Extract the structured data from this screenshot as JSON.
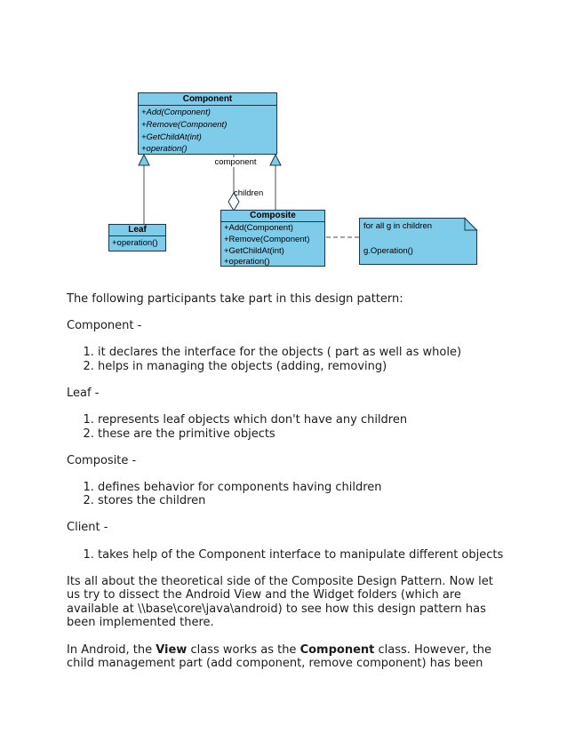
{
  "diagram": {
    "colors": {
      "fill": "#7ecbea",
      "border": "#16384f",
      "line": "#4d4d4d"
    },
    "classes": {
      "component": {
        "name": "Component",
        "methods": [
          "+Add(Component)",
          "+Remove(Component)",
          "+GetChildAt(int)",
          "+operation()"
        ]
      },
      "leaf": {
        "name": "Leaf",
        "methods": [
          "+operation()"
        ]
      },
      "composite": {
        "name": "Composite",
        "methods": [
          "+Add(Component)",
          "+Remove(Component)",
          "+GetChildAt(int)",
          "+operation()"
        ]
      }
    },
    "note": {
      "line1": "for all g in children",
      "line2": "g.Operation()"
    },
    "edge_labels": {
      "component": "component",
      "children": "children"
    }
  },
  "content": {
    "intro": "The following participants take part in this design pattern:",
    "sections": [
      {
        "heading": "Component -",
        "items": [
          "it declares the interface for the objects ( part as well as whole)",
          "helps in managing the objects (adding, removing)"
        ]
      },
      {
        "heading": "Leaf -",
        "items": [
          "represents leaf objects which don't have any children",
          "these are the primitive objects"
        ]
      },
      {
        "heading": "Composite -",
        "items": [
          "defines behavior for components having children",
          "stores the children"
        ]
      },
      {
        "heading": "Client -",
        "items": [
          "takes help of the Component interface to manipulate different objects"
        ]
      }
    ],
    "para_theory": {
      "l1": "Its all about the theoretical side of the Composite Design Pattern. Now let",
      "l2": "us try to dissect the Android View and the Widget folders (which are",
      "l3": "available at \\\\base\\core\\java\\android) to see how this design pattern has",
      "l4": "been implemented there."
    },
    "para_android": {
      "l1s1": "In Android, the ",
      "l1s2": "View",
      "l1s3": " class works as the ",
      "l1s4": "Component",
      "l1s5": " class. However, the",
      "l2": "child management part (add component, remove component) has been"
    }
  }
}
